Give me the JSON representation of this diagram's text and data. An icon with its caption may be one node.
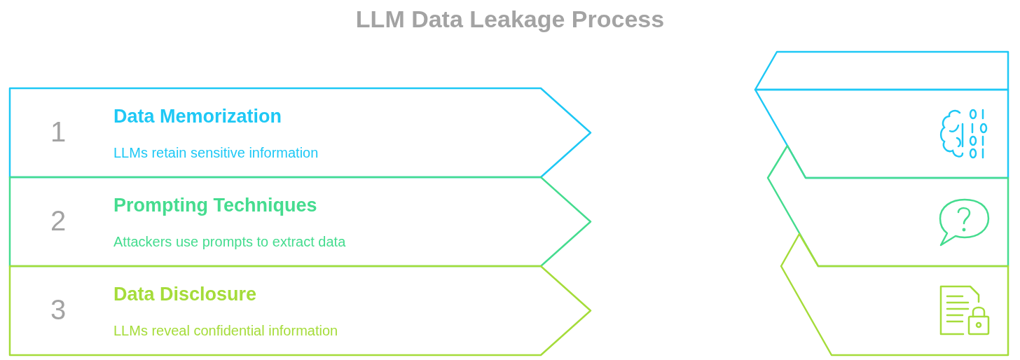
{
  "diagram": {
    "title": "LLM Data Leakage Process",
    "nodes": [
      {
        "text": [
          "1",
          "Data Memorization",
          "LLMs retain sensitive information"
        ]
      },
      {
        "text": [
          "2",
          "Prompting Techniques",
          "Attackers use prompts to extract data"
        ]
      },
      {
        "text": [
          "3",
          "Data Disclosure",
          "LLMs reveal confidential information"
        ]
      }
    ]
  }
}
